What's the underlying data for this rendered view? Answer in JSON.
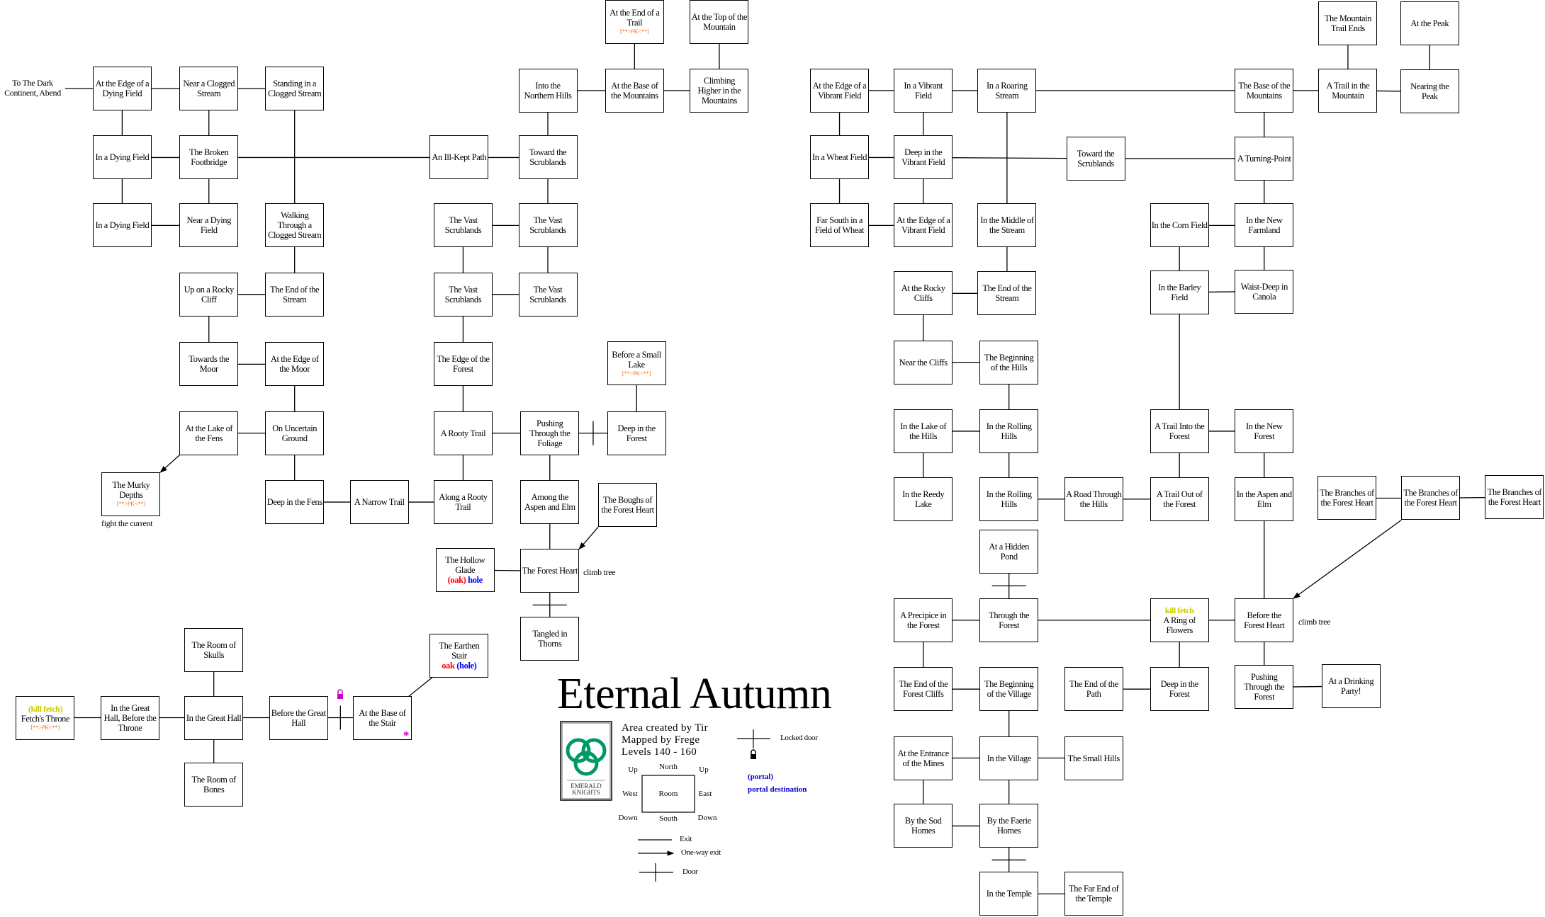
{
  "title": "Eternal Autumn",
  "credits": {
    "created": "Area created by Tir",
    "mapped": "Mapped by Frege",
    "levels": "Levels 140 - 160"
  },
  "logo_text": "EMERALD KNIGHTS",
  "colors": {
    "pk": "#ff6600",
    "kill": "#c8c800",
    "red": "#ff0000",
    "blue": "#0000ff",
    "magenta": "#cc00cc",
    "logo_green": "#009966"
  },
  "legend": {
    "compass": {
      "up_left": "Up",
      "north": "North",
      "up_right": "Up",
      "west": "West",
      "room": "Room",
      "east": "East",
      "down_left": "Down",
      "south": "South",
      "down_right": "Down"
    },
    "exit": "Exit",
    "oneway": "One-way exit",
    "door": "Door",
    "locked_door": "Locked door",
    "portal": "(portal)",
    "portal_destination": "portal destination"
  },
  "notes": {
    "dark_continent": "To The Dark Continent, Abend",
    "fight_current": "fight the current",
    "climb_tree_left": "climb tree",
    "climb_tree_right": "climb tree"
  },
  "rooms": [
    {
      "id": "edge_dying",
      "name": "At the Edge of a Dying Field"
    },
    {
      "id": "near_clogged",
      "name": "Near a Clogged Stream"
    },
    {
      "id": "standing_clogged",
      "name": "Standing in a Clogged Stream"
    },
    {
      "id": "dying1",
      "name": "In a Dying Field"
    },
    {
      "id": "footbridge",
      "name": "The Broken Footbridge"
    },
    {
      "id": "illkept",
      "name": "An Ill-Kept Path"
    },
    {
      "id": "toward_scrub_l",
      "name": "Toward the Scrublands"
    },
    {
      "id": "dying2",
      "name": "In a Dying Field"
    },
    {
      "id": "near_dying",
      "name": "Near a Dying Field"
    },
    {
      "id": "walking_clogged",
      "name": "Walking Through a Clogged Stream"
    },
    {
      "id": "vast1",
      "name": "The Vast Scrublands"
    },
    {
      "id": "vast2",
      "name": "The Vast Scrublands"
    },
    {
      "id": "rocky_cliff",
      "name": "Up on a Rocky Cliff"
    },
    {
      "id": "end_stream_l",
      "name": "The End of the Stream"
    },
    {
      "id": "vast3",
      "name": "The Vast Scrublands"
    },
    {
      "id": "vast4",
      "name": "The Vast Scrublands"
    },
    {
      "id": "towards_moor",
      "name": "Towards the Moor"
    },
    {
      "id": "edge_moor",
      "name": "At the Edge of the Moor"
    },
    {
      "id": "edge_forest",
      "name": "The Edge of the Forest"
    },
    {
      "id": "small_lake",
      "name": "Before a Small Lake",
      "pk": "[**>PK<**]"
    },
    {
      "id": "lake_fens",
      "name": "At the Lake of the Fens"
    },
    {
      "id": "uncertain",
      "name": "On Uncertain Ground"
    },
    {
      "id": "rooty_trail",
      "name": "A Rooty Trail"
    },
    {
      "id": "pushing_foliage",
      "name": "Pushing Through the Foliage"
    },
    {
      "id": "deep_forest_l",
      "name": "Deep in the Forest"
    },
    {
      "id": "murky",
      "name": "The Murky Depths",
      "pk": "[**>PK<**]"
    },
    {
      "id": "deep_fens",
      "name": "Deep in the Fens"
    },
    {
      "id": "narrow_trail",
      "name": "A Narrow Trail"
    },
    {
      "id": "along_rooty",
      "name": "Along a Rooty Trail"
    },
    {
      "id": "aspen_elm_l",
      "name": "Among the Aspen and Elm"
    },
    {
      "id": "boughs",
      "name": "The Boughs of the Forest Heart"
    },
    {
      "id": "hollow_glade",
      "name": "The Hollow Glade",
      "segments": [
        {
          "text": "(oak)",
          "color": "#ff0000"
        },
        {
          "text": " hole",
          "color": "#0000ff"
        }
      ]
    },
    {
      "id": "forest_heart",
      "name": "The Forest Heart"
    },
    {
      "id": "tangled",
      "name": "Tangled in Thorns"
    },
    {
      "id": "northern_hills",
      "name": "Into the Northern Hills"
    },
    {
      "id": "base_mountains_l",
      "name": "At the Base of the Mountains"
    },
    {
      "id": "climbing",
      "name": "Climbing Higher in the Mountains"
    },
    {
      "id": "end_trail",
      "name": "At the End of a Trail",
      "pk": "[**>PK<**]"
    },
    {
      "id": "top_mountain",
      "name": "At the Top of the Mountain"
    },
    {
      "id": "skulls",
      "name": "The Room of Skulls"
    },
    {
      "id": "fetch_throne",
      "name": "Fetch's Throne",
      "kill": "(kill fetch)",
      "pk": "[**>PK<**]"
    },
    {
      "id": "great_hall_throne",
      "name": "In the Great Hall, Before the Throne"
    },
    {
      "id": "great_hall",
      "name": "In the Great Hall"
    },
    {
      "id": "before_great_hall",
      "name": "Before the Great Hall"
    },
    {
      "id": "base_stair",
      "name": "At the Base of the Stair",
      "star": "*"
    },
    {
      "id": "earthen_stair",
      "name": "The Earthen Stair",
      "segments": [
        {
          "text": "oak",
          "color": "#ff0000"
        },
        {
          "text": " (hole)",
          "color": "#0000ff"
        }
      ]
    },
    {
      "id": "bones",
      "name": "The Room of Bones"
    },
    {
      "id": "edge_vibrant1",
      "name": "At the Edge of a Vibrant Field"
    },
    {
      "id": "vibrant",
      "name": "In a Vibrant Field"
    },
    {
      "id": "roaring",
      "name": "In a Roaring Stream"
    },
    {
      "id": "base_mountains_r",
      "name": "The Base of the Mountains"
    },
    {
      "id": "trail_mountain",
      "name": "A Trail in the Mountain"
    },
    {
      "id": "nearing_peak",
      "name": "Nearing the Peak"
    },
    {
      "id": "mountain_trail_ends",
      "name": "The Mountain Trail Ends"
    },
    {
      "id": "peak",
      "name": "At the Peak"
    },
    {
      "id": "wheat",
      "name": "In a Wheat Field"
    },
    {
      "id": "deep_vibrant",
      "name": "Deep in the Vibrant Field"
    },
    {
      "id": "toward_scrub_r",
      "name": "Toward the Scrublands"
    },
    {
      "id": "turning",
      "name": "A Turning-Point"
    },
    {
      "id": "far_south",
      "name": "Far South in a Field of Wheat"
    },
    {
      "id": "edge_vibrant2",
      "name": "At the Edge of a Vibrant Field"
    },
    {
      "id": "middle_stream",
      "name": "In the Middle of the Stream"
    },
    {
      "id": "corn",
      "name": "In the Corn Field"
    },
    {
      "id": "new_farmland",
      "name": "In the New Farmland"
    },
    {
      "id": "rocky_cliffs",
      "name": "At the Rocky Cliffs"
    },
    {
      "id": "end_stream_r",
      "name": "The End of the Stream"
    },
    {
      "id": "barley",
      "name": "In the Barley Field"
    },
    {
      "id": "canola",
      "name": "Waist-Deep in Canola"
    },
    {
      "id": "near_cliffs",
      "name": "Near the Cliffs"
    },
    {
      "id": "begin_hills",
      "name": "The Beginning of the Hills"
    },
    {
      "id": "lake_hills",
      "name": "In the Lake of the Hills"
    },
    {
      "id": "rolling1",
      "name": "In the Rolling Hills"
    },
    {
      "id": "trail_into",
      "name": "A Trail Into the Forest"
    },
    {
      "id": "new_forest",
      "name": "In the New Forest"
    },
    {
      "id": "reedy",
      "name": "In the Reedy Lake"
    },
    {
      "id": "rolling2",
      "name": "In the Rolling Hills"
    },
    {
      "id": "road_hills",
      "name": "A Road Through the Hills"
    },
    {
      "id": "trail_out",
      "name": "A Trail Out of the Forest"
    },
    {
      "id": "aspen_elm_r",
      "name": "In the Aspen and Elm"
    },
    {
      "id": "branches1",
      "name": "The Branches of the Forest Heart"
    },
    {
      "id": "branches2",
      "name": "The Branches of the Forest Heart"
    },
    {
      "id": "branches3",
      "name": "The Branches of the Forest Heart"
    },
    {
      "id": "hidden_pond",
      "name": "At a Hidden Pond"
    },
    {
      "id": "precipice",
      "name": "A Precipice in the Forest"
    },
    {
      "id": "through_forest",
      "name": "Through the Forest"
    },
    {
      "id": "ring_flowers",
      "name": "A Ring of Flowers",
      "kill": "kill fetch"
    },
    {
      "id": "before_fh",
      "name": "Before the Forest Heart"
    },
    {
      "id": "end_cliffs",
      "name": "The End of the Forest Cliffs"
    },
    {
      "id": "begin_village",
      "name": "The Beginning of the Village"
    },
    {
      "id": "end_path",
      "name": "The End of the Path"
    },
    {
      "id": "deep_forest_r",
      "name": "Deep in the Forest"
    },
    {
      "id": "pushing_forest",
      "name": "Pushing Through the Forest"
    },
    {
      "id": "drinking",
      "name": "At a Drinking Party!"
    },
    {
      "id": "entrance_mines",
      "name": "At the Entrance of the Mines"
    },
    {
      "id": "village",
      "name": "In the Village"
    },
    {
      "id": "small_hills",
      "name": "The Small Hills"
    },
    {
      "id": "sod_homes",
      "name": "By the Sod Homes"
    },
    {
      "id": "faerie_homes",
      "name": "By the Faerie Homes"
    },
    {
      "id": "temple",
      "name": "In the Temple"
    },
    {
      "id": "far_temple",
      "name": "The Far End of the Temple"
    }
  ],
  "connections": [
    [
      "edge_dying",
      "near_clogged",
      "exit"
    ],
    [
      "near_clogged",
      "standing_clogged",
      "exit"
    ],
    [
      "edge_dying",
      "dying1",
      "exit"
    ],
    [
      "near_clogged",
      "footbridge",
      "exit"
    ],
    [
      "dying1",
      "footbridge",
      "exit"
    ],
    [
      "footbridge",
      "illkept",
      "exit"
    ],
    [
      "standing_clogged",
      "walking_clogged",
      "exit"
    ],
    [
      "dying1",
      "dying2",
      "exit"
    ],
    [
      "footbridge",
      "near_dying",
      "exit"
    ],
    [
      "dying2",
      "near_dying",
      "exit"
    ],
    [
      "walking_clogged",
      "end_stream_l",
      "exit"
    ],
    [
      "rocky_cliff",
      "end_stream_l",
      "exit"
    ],
    [
      "rocky_cliff",
      "towards_moor",
      "exit"
    ],
    [
      "towards_moor",
      "edge_moor",
      "exit"
    ],
    [
      "edge_moor",
      "uncertain",
      "exit"
    ],
    [
      "lake_fens",
      "uncertain",
      "exit"
    ],
    [
      "lake_fens",
      "murky",
      "oneway"
    ],
    [
      "uncertain",
      "deep_fens",
      "exit"
    ],
    [
      "deep_fens",
      "narrow_trail",
      "exit"
    ],
    [
      "narrow_trail",
      "along_rooty",
      "exit"
    ],
    [
      "along_rooty",
      "rooty_trail",
      "exit"
    ],
    [
      "rooty_trail",
      "edge_forest",
      "exit"
    ],
    [
      "edge_forest",
      "vast3",
      "exit"
    ],
    [
      "vast3",
      "vast1",
      "exit"
    ],
    [
      "vast1",
      "vast2",
      "exit"
    ],
    [
      "vast3",
      "vast4",
      "exit"
    ],
    [
      "vast2",
      "vast4",
      "exit"
    ],
    [
      "vast2",
      "toward_scrub_l",
      "exit"
    ],
    [
      "illkept",
      "toward_scrub_l",
      "exit"
    ],
    [
      "toward_scrub_l",
      "northern_hills",
      "exit"
    ],
    [
      "northern_hills",
      "base_mountains_l",
      "exit"
    ],
    [
      "base_mountains_l",
      "end_trail",
      "exit"
    ],
    [
      "base_mountains_l",
      "climbing",
      "exit"
    ],
    [
      "climbing",
      "top_mountain",
      "exit"
    ],
    [
      "rooty_trail",
      "pushing_foliage",
      "exit"
    ],
    [
      "pushing_foliage",
      "deep_forest_l",
      "door"
    ],
    [
      "deep_forest_l",
      "small_lake",
      "exit"
    ],
    [
      "pushing_foliage",
      "aspen_elm_l",
      "exit"
    ],
    [
      "aspen_elm_l",
      "forest_heart",
      "exit"
    ],
    [
      "boughs",
      "forest_heart",
      "oneway"
    ],
    [
      "hollow_glade",
      "forest_heart",
      "exit"
    ],
    [
      "forest_heart",
      "tangled",
      "door"
    ],
    [
      "fetch_throne",
      "great_hall_throne",
      "exit"
    ],
    [
      "great_hall_throne",
      "great_hall",
      "exit"
    ],
    [
      "great_hall",
      "skulls",
      "exit"
    ],
    [
      "great_hall",
      "bones",
      "exit"
    ],
    [
      "great_hall",
      "before_great_hall",
      "exit"
    ],
    [
      "before_great_hall",
      "base_stair",
      "locked"
    ],
    [
      "base_stair",
      "earthen_stair",
      "exit"
    ],
    [
      "edge_vibrant1",
      "vibrant",
      "exit"
    ],
    [
      "vibrant",
      "roaring",
      "exit"
    ],
    [
      "roaring",
      "base_mountains_r",
      "exit"
    ],
    [
      "base_mountains_r",
      "trail_mountain",
      "exit"
    ],
    [
      "trail_mountain",
      "nearing_peak",
      "exit"
    ],
    [
      "trail_mountain",
      "mountain_trail_ends",
      "exit"
    ],
    [
      "nearing_peak",
      "peak",
      "exit"
    ],
    [
      "edge_vibrant1",
      "wheat",
      "exit"
    ],
    [
      "vibrant",
      "deep_vibrant",
      "exit"
    ],
    [
      "wheat",
      "deep_vibrant",
      "exit"
    ],
    [
      "deep_vibrant",
      "toward_scrub_r",
      "exit"
    ],
    [
      "toward_scrub_r",
      "turning",
      "exit"
    ],
    [
      "base_mountains_r",
      "turning",
      "exit"
    ],
    [
      "wheat",
      "far_south",
      "exit"
    ],
    [
      "deep_vibrant",
      "edge_vibrant2",
      "exit"
    ],
    [
      "far_south",
      "edge_vibrant2",
      "exit"
    ],
    [
      "roaring",
      "middle_stream",
      "exit"
    ],
    [
      "middle_stream",
      "end_stream_r",
      "exit"
    ],
    [
      "turning",
      "new_farmland",
      "exit"
    ],
    [
      "corn",
      "new_farmland",
      "exit"
    ],
    [
      "corn",
      "barley",
      "exit"
    ],
    [
      "new_farmland",
      "canola",
      "exit"
    ],
    [
      "barley",
      "canola",
      "exit"
    ],
    [
      "rocky_cliffs",
      "end_stream_r",
      "exit"
    ],
    [
      "rocky_cliffs",
      "near_cliffs",
      "exit"
    ],
    [
      "near_cliffs",
      "begin_hills",
      "exit"
    ],
    [
      "begin_hills",
      "rolling1",
      "exit"
    ],
    [
      "lake_hills",
      "rolling1",
      "exit"
    ],
    [
      "lake_hills",
      "reedy",
      "exit"
    ],
    [
      "rolling1",
      "rolling2",
      "exit"
    ],
    [
      "rolling2",
      "road_hills",
      "exit"
    ],
    [
      "road_hills",
      "trail_out",
      "exit"
    ],
    [
      "trail_out",
      "trail_into",
      "exit"
    ],
    [
      "barley",
      "trail_into",
      "exit"
    ],
    [
      "trail_into",
      "new_forest",
      "exit"
    ],
    [
      "new_forest",
      "aspen_elm_r",
      "exit"
    ],
    [
      "aspen_elm_r",
      "before_fh",
      "exit"
    ],
    [
      "branches1",
      "branches2",
      "exit"
    ],
    [
      "branches2",
      "branches3",
      "exit"
    ],
    [
      "branches2",
      "before_fh",
      "oneway"
    ],
    [
      "hidden_pond",
      "through_forest",
      "door"
    ],
    [
      "precipice",
      "through_forest",
      "exit"
    ],
    [
      "through_forest",
      "ring_flowers",
      "exit"
    ],
    [
      "ring_flowers",
      "before_fh",
      "exit"
    ],
    [
      "ring_flowers",
      "deep_forest_r",
      "exit"
    ],
    [
      "precipice",
      "end_cliffs",
      "exit"
    ],
    [
      "end_cliffs",
      "begin_village",
      "exit"
    ],
    [
      "end_path",
      "deep_forest_r",
      "exit"
    ],
    [
      "before_fh",
      "pushing_forest",
      "exit"
    ],
    [
      "pushing_forest",
      "drinking",
      "exit"
    ],
    [
      "begin_village",
      "village",
      "exit"
    ],
    [
      "entrance_mines",
      "village",
      "exit"
    ],
    [
      "village",
      "small_hills",
      "exit"
    ],
    [
      "entrance_mines",
      "sod_homes",
      "exit"
    ],
    [
      "village",
      "faerie_homes",
      "exit"
    ],
    [
      "sod_homes",
      "faerie_homes",
      "exit"
    ],
    [
      "faerie_homes",
      "temple",
      "door"
    ],
    [
      "temple",
      "far_temple",
      "exit"
    ]
  ]
}
